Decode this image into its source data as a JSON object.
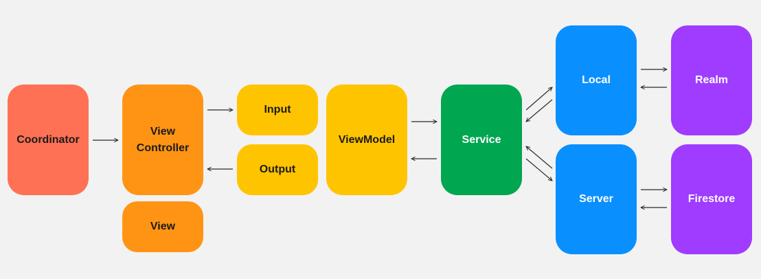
{
  "nodes": {
    "coordinator": {
      "label": "Coordinator",
      "color": "#ff7154"
    },
    "view_controller": {
      "label": "View\nController",
      "color": "#ff9414"
    },
    "view": {
      "label": "View",
      "color": "#ff9414"
    },
    "input": {
      "label": "Input",
      "color": "#ffc400"
    },
    "output": {
      "label": "Output",
      "color": "#ffc400"
    },
    "view_model": {
      "label": "ViewModel",
      "color": "#ffc400"
    },
    "service": {
      "label": "Service",
      "color": "#00a650"
    },
    "local": {
      "label": "Local",
      "color": "#0a8fff"
    },
    "server": {
      "label": "Server",
      "color": "#0a8fff"
    },
    "realm": {
      "label": "Realm",
      "color": "#9f3cff"
    },
    "firestore": {
      "label": "Firestore",
      "color": "#9f3cff"
    }
  },
  "edges": [
    {
      "from": "coordinator",
      "to": "view_controller"
    },
    {
      "from": "view_controller",
      "to": "input"
    },
    {
      "from": "output",
      "to": "view_controller"
    },
    {
      "from": "view_model",
      "to": "service"
    },
    {
      "from": "service",
      "to": "view_model"
    },
    {
      "from": "service",
      "to": "local"
    },
    {
      "from": "local",
      "to": "service"
    },
    {
      "from": "service",
      "to": "server"
    },
    {
      "from": "server",
      "to": "service"
    },
    {
      "from": "local",
      "to": "realm"
    },
    {
      "from": "realm",
      "to": "local"
    },
    {
      "from": "server",
      "to": "firestore"
    },
    {
      "from": "firestore",
      "to": "server"
    }
  ]
}
